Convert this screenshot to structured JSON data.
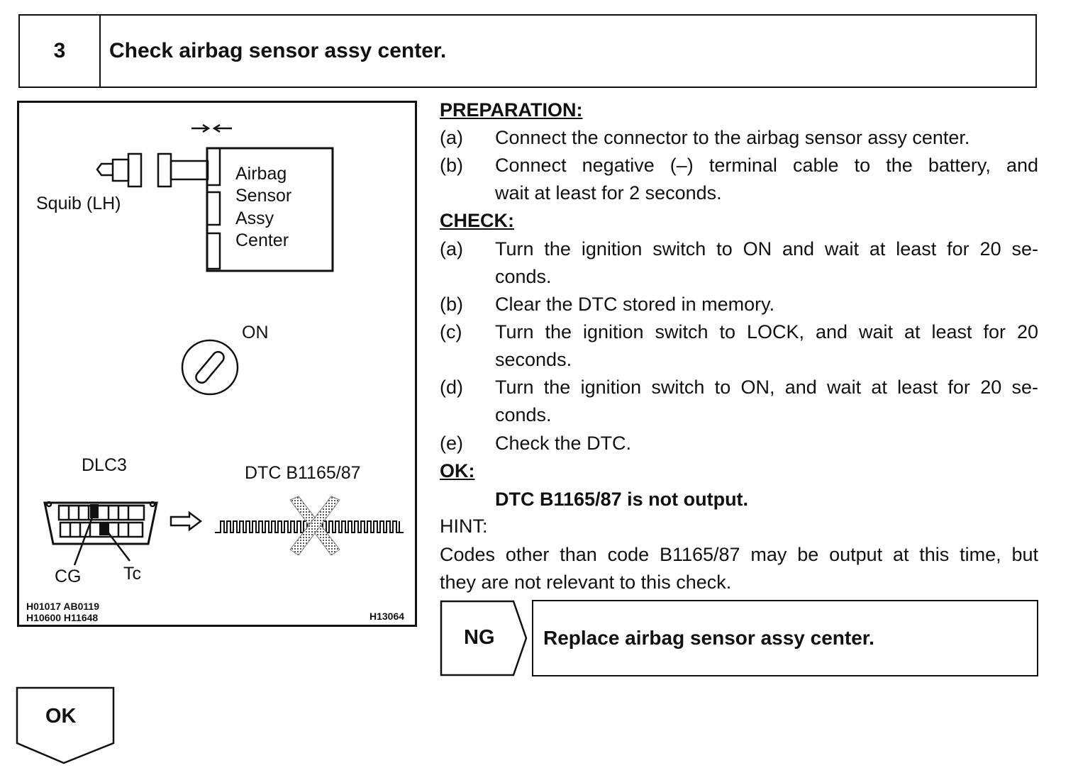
{
  "step": {
    "number": "3",
    "title": "Check airbag sensor assy center."
  },
  "figure": {
    "squib_label": "Squib (LH)",
    "ecu_label_lines": [
      "Airbag",
      "Sensor",
      "Assy",
      "Center"
    ],
    "ignition_label": "ON",
    "dlc_label": "DLC3",
    "dtc_label": "DTC B1165/87",
    "cg_label": "CG",
    "tc_label": "Tc",
    "ref_codes_line1": "H01017  AB0119",
    "ref_codes_line2": "H10600  H11648",
    "figure_id": "H13064"
  },
  "preparation": {
    "heading": "PREPARATION:",
    "items": [
      {
        "label": "(a)",
        "lines": [
          "Connect the connector to the airbag sensor assy center."
        ]
      },
      {
        "label": "(b)",
        "lines": [
          "Connect negative (–) terminal cable to the battery, and",
          "wait at least for 2 seconds."
        ]
      }
    ]
  },
  "check": {
    "heading": "CHECK:",
    "items": [
      {
        "label": "(a)",
        "lines": [
          "Turn the ignition switch to ON and wait at least for 20 se-",
          "conds."
        ]
      },
      {
        "label": "(b)",
        "lines": [
          "Clear the DTC stored in memory."
        ]
      },
      {
        "label": "(c)",
        "lines": [
          "Turn the ignition switch to LOCK, and wait at least for 20",
          "seconds."
        ]
      },
      {
        "label": "(d)",
        "lines": [
          "Turn the ignition switch to ON, and wait at least for 20 se-",
          "conds."
        ]
      },
      {
        "label": "(e)",
        "lines": [
          "Check the DTC."
        ]
      }
    ]
  },
  "ok": {
    "heading": "OK:",
    "text": "DTC B1165/87 is not output."
  },
  "hint": {
    "heading": "HINT:",
    "lines": [
      "Codes other than code B1165/87 may be output at this time, but",
      "they are not relevant to this check."
    ]
  },
  "ng_branch": {
    "tag": "NG",
    "action": "Replace airbag sensor assy center."
  },
  "ok_branch": {
    "tag": "OK"
  }
}
